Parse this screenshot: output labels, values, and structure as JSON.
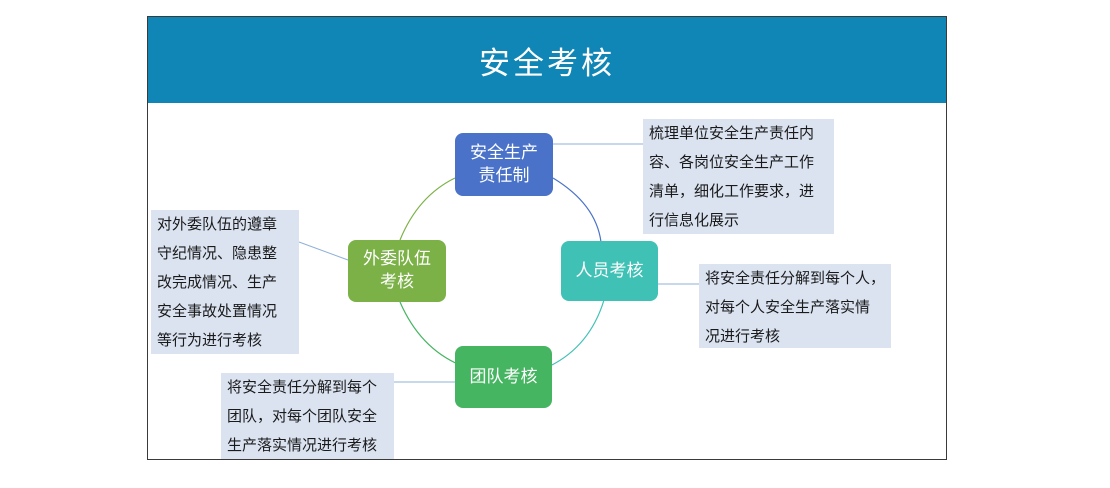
{
  "title": "安全考核",
  "colors": {
    "header": "#0f86b5",
    "node_top": "#4a72c8",
    "node_right": "#3fc1b5",
    "node_bottom": "#45b561",
    "node_left": "#7bb146",
    "desc_bg": "#dbe3f1"
  },
  "nodes": {
    "top": "安全生产\n责任制",
    "right": "人员考核",
    "bottom": "团队考核",
    "left": "外委队伍\n考核"
  },
  "descriptions": {
    "top": "梳理单位安全生产责任内\n容、各岗位安全生产工作\n清单，细化工作要求，进\n行信息化展示",
    "right": "将安全责任分解到每个人，\n对每个人安全生产落实情\n况进行考核",
    "bottom": "将安全责任分解到每个\n团队，对每个团队安全\n生产落实情况进行考核",
    "left": "对外委队伍的遵章\n守纪情况、隐患整\n改完成情况、生产\n安全事故处置情况\n等行为进行考核"
  }
}
